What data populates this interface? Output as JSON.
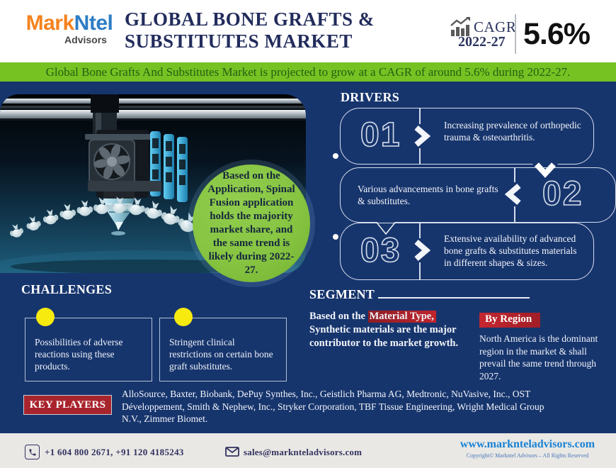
{
  "header": {
    "logo": {
      "part1": "Mark",
      "part2": "Ntel",
      "subtitle": "Advisors"
    },
    "title_line1": "GLOBAL BONE GRAFTS &",
    "title_line2": "SUBSTITUTES MARKET",
    "cagr": {
      "label": "CAGR",
      "period": "2022-27",
      "value": "5.6%"
    }
  },
  "banner": {
    "text": "Global Bone Grafts And Substitutes Market is projected to grow at a CAGR of around 5.6% during 2022-27."
  },
  "application_note": {
    "text": "Based on the Application, Spinal Fusion application holds the majority market share, and the same trend is likely during 2022-27."
  },
  "drivers": {
    "heading": "DRIVERS",
    "items": [
      {
        "number": "01",
        "text": "Increasing prevalence of orthopedic trauma & osteoarthritis."
      },
      {
        "number": "02",
        "text": "Various advancements in bone grafts & substitutes."
      },
      {
        "number": "03",
        "text": "Extensive availability of advanced bone grafts & substitutes materials in different shapes & sizes."
      }
    ]
  },
  "challenges": {
    "heading": "CHALLENGES",
    "items": [
      {
        "text": "Possibilities of adverse reactions using these products."
      },
      {
        "text": "Stringent clinical restrictions on certain bone graft substitutes."
      }
    ]
  },
  "segment": {
    "heading": "SEGMENT",
    "material": {
      "lead": "Based on the ",
      "highlight": "Material Type,",
      "rest": " Synthetic materials are the major contributor to the market growth."
    },
    "region": {
      "label": "By Region",
      "text": "North America is the dominant region in the market & shall prevail the same trend through 2027."
    }
  },
  "key_players": {
    "label": "KEY PLAYERS",
    "companies": "AlloSource, Baxter, Biobank, DePuy Synthes, Inc., Geistlich Pharma AG, Medtronic, NuVasive, Inc., OST Développement, Smith & Nephew, Inc., Stryker Corporation, TBF Tissue Engineering, Wright Medical Group N.V., Zimmer Biomet."
  },
  "footer": {
    "phone": "+1 604 800 2671, +91 120 4185243",
    "email": "sales@marknteladvisors.com",
    "website": "www.marknteladvisors.com",
    "copyright": "Copyright© Markntel Advisors – All Rights Reserved"
  },
  "colors": {
    "navy_bg": "#17356d",
    "banner_green": "#76c223",
    "circle_green": "#86c442",
    "accent_red": "#ab222b",
    "title_navy": "#222c5c",
    "challenge_yellow": "#f6ea0f",
    "link_blue": "#1a82d4"
  }
}
